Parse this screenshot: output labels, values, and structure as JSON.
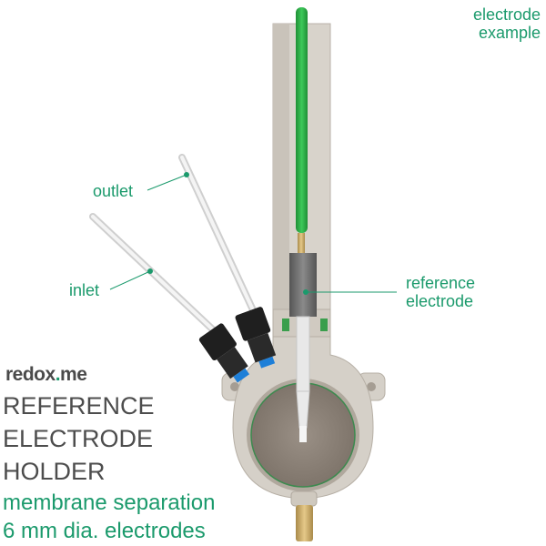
{
  "labels": {
    "electrode_example": [
      "electrode",
      "example"
    ],
    "outlet": "outlet",
    "inlet": "inlet",
    "reference_electrode": [
      "reference",
      "electrode"
    ]
  },
  "brand": {
    "name_a": "redox",
    "name_dot": ".",
    "name_b": "me"
  },
  "title": [
    "REFERENCE",
    "ELECTRODE",
    "HOLDER"
  ],
  "subtitle": [
    "membrane separation",
    "6 mm dia. electrodes"
  ],
  "colors": {
    "accent": "#1b9a6c",
    "body": "#d5d0c8",
    "chamber": "#8f857a",
    "electrode_green": "#2bb24a",
    "reference_grey": "#6f6f6f",
    "tube": "#eeeeee",
    "fitting_black": "#1f1f1f",
    "fitting_blue": "#1e7fd8",
    "text_dark": "#4d4d4d"
  }
}
